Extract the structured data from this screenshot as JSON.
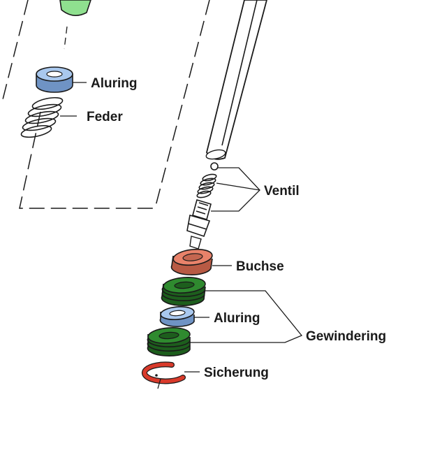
{
  "labels": {
    "aluring_top": "Aluring",
    "feder": "Feder",
    "ventil": "Ventil",
    "buchse": "Buchse",
    "aluring_bottom": "Aluring",
    "gewindering": "Gewindering",
    "sicherung": "Sicherung"
  },
  "colors": {
    "aluring": "#a9c8ee",
    "aluring_dark": "#6f93c4",
    "buchse": "#e8826a",
    "buchse_dark": "#b85a44",
    "gewindering": "#2f8a2f",
    "gewindering_dark": "#1d5e1d",
    "sicherung": "#d93a2b",
    "top_part": "#8fe08f",
    "ink": "#1a1a1a"
  }
}
